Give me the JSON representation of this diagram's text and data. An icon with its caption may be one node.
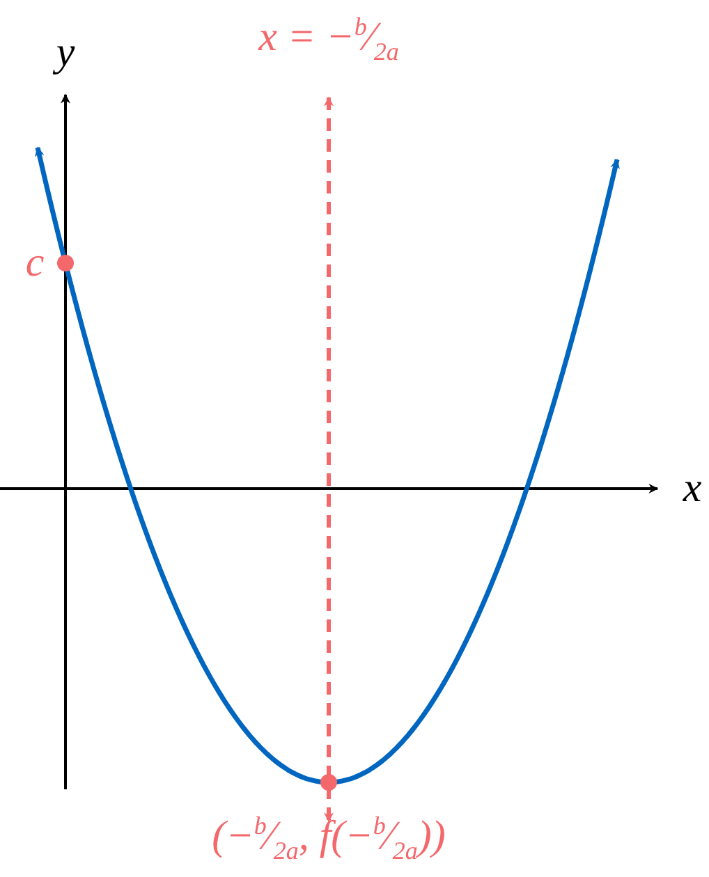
{
  "diagram": {
    "labels": [
      "y",
      "x = −$^{b}$⁄$_{2a}$",
      "c",
      "x",
      "(−$^{b}$⁄$_{2a}$, f(−$^{b}$⁄$_{2a}$))"
    ]
  }
}
